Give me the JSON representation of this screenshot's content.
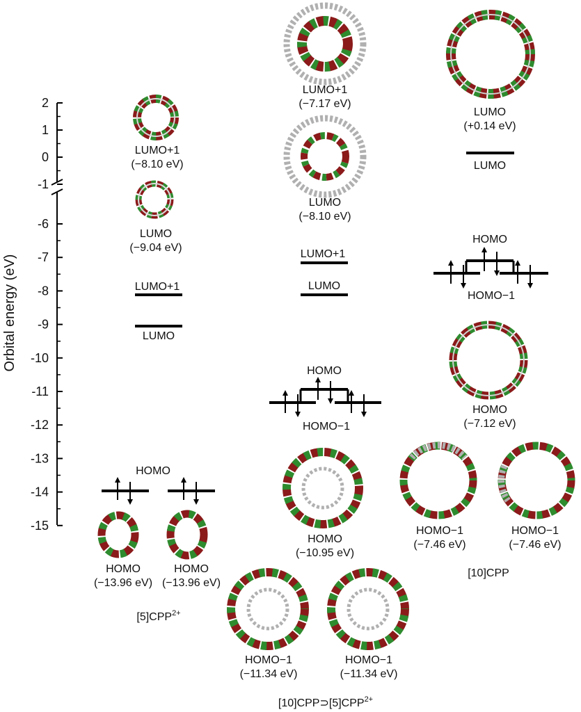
{
  "axis": {
    "title": "Orbital energy (eV)",
    "upper_ticks": [
      "2",
      "1",
      "0",
      "-1"
    ],
    "lower_ticks": [
      "-6",
      "-7",
      "-8",
      "-9",
      "-10",
      "-11",
      "-12",
      "-13",
      "-14",
      "-15"
    ]
  },
  "columns": {
    "c5": {
      "name_main": "[5]CPP",
      "name_sup": "2+",
      "lumo1_orb": {
        "name": "LUMO+1",
        "energy": "(−8.10 eV)"
      },
      "lumo_orb": {
        "name": "LUMO",
        "energy": "(−9.04 eV)"
      },
      "level_lumo1": "LUMO+1",
      "level_lumo": "LUMO",
      "level_homo": "HOMO",
      "homo_a": {
        "name": "HOMO",
        "energy": "(−13.96 eV)"
      },
      "homo_b": {
        "name": "HOMO",
        "energy": "(−13.96 eV)"
      }
    },
    "c10in5": {
      "name_main": "[10]CPP⊃[5]CPP",
      "name_sup": "2+",
      "lumo1_orb": {
        "name": "LUMO+1",
        "energy": "(−7.17 eV)"
      },
      "lumo_orb": {
        "name": "LUMO",
        "energy": "(−8.10 eV)"
      },
      "level_lumo1": "LUMO+1",
      "level_lumo": "LUMO",
      "level_homo": "HOMO",
      "level_homo1": "HOMO−1",
      "homo_orb": {
        "name": "HOMO",
        "energy": "(−10.95 eV)"
      },
      "homo1_a": {
        "name": "HOMO−1",
        "energy": "(−11.34 eV)"
      },
      "homo1_b": {
        "name": "HOMO−1",
        "energy": "(−11.34 eV)"
      }
    },
    "c10": {
      "name_main": "[10]CPP",
      "lumo_orb": {
        "name": "LUMO",
        "energy": "(+0.14 eV)"
      },
      "level_lumo": "LUMO",
      "level_homo": "HOMO",
      "level_homo1": "HOMO−1",
      "homo_orb": {
        "name": "HOMO",
        "energy": "(−7.12 eV)"
      },
      "homo1_a": {
        "name": "HOMO−1",
        "energy": "(−7.46 eV)"
      },
      "homo1_b": {
        "name": "HOMO−1",
        "energy": "(−7.46 eV)"
      }
    }
  },
  "colors": {
    "lobe_red": "#8b1a1a",
    "lobe_green": "#2e8b2e",
    "atom_gray": "#b0b0b0",
    "line": "#000000"
  }
}
